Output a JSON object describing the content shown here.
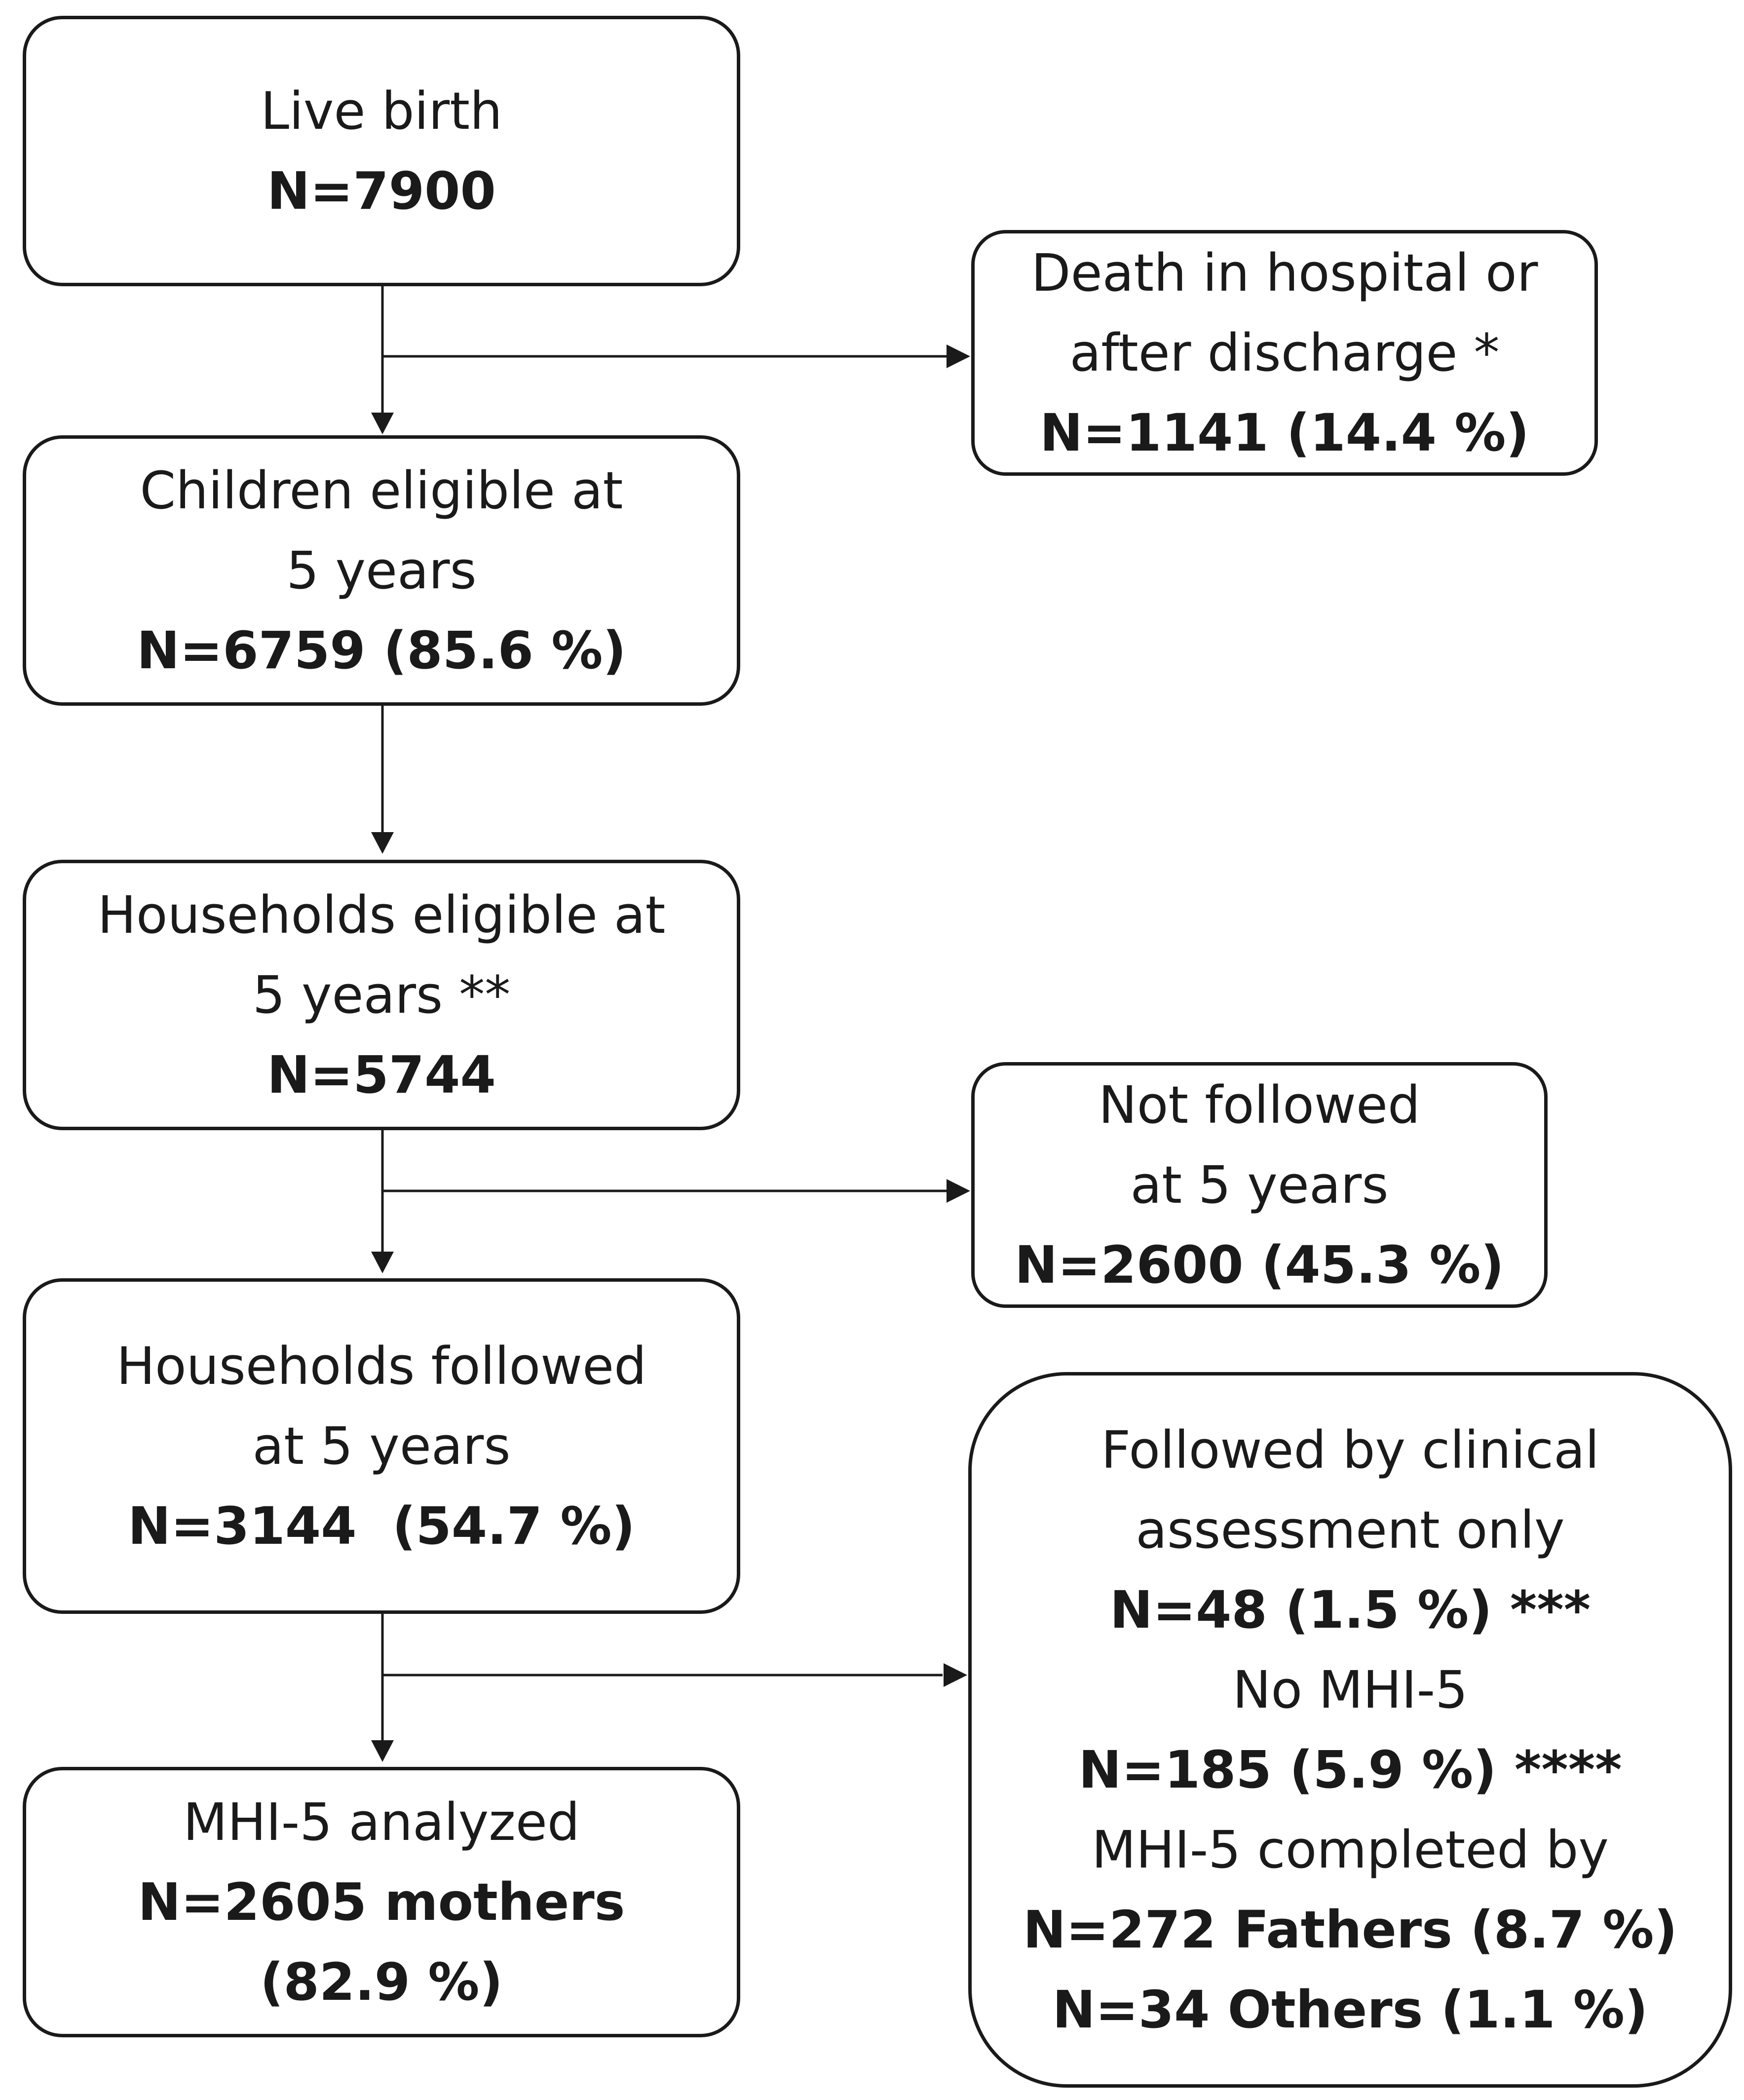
{
  "boxes": {
    "live_birth": {
      "lines": [
        "Live birth",
        "N=7900"
      ]
    },
    "death": {
      "lines": [
        "Death in hospital or",
        "after discharge *",
        "N=1141 (14.4 %)"
      ]
    },
    "children_eligible": {
      "lines": [
        "Children eligible at",
        "5 years",
        "N=6759 (85.6 %)"
      ]
    },
    "households_eligible": {
      "lines": [
        "Households eligible at",
        "5 years **",
        "N=5744"
      ]
    },
    "not_followed": {
      "lines": [
        "Not followed",
        "at 5 years",
        "N=2600 (45.3 %)"
      ]
    },
    "households_followed": {
      "lines": [
        "Households followed",
        "at 5 years",
        "N=3144  (54.7 %)"
      ]
    },
    "excluded_detail": {
      "lines": [
        "Followed by clinical",
        "assessment only",
        "N=48 (1.5 %) ***",
        "No MHI-5",
        "N=185 (5.9 %) ****",
        "MHI-5 completed by",
        "N=272 Fathers (8.7 %)",
        "N=34 Others (1.1 %)"
      ]
    },
    "analyzed": {
      "lines": [
        "MHI-5 analyzed",
        "N=2605 mothers",
        "(82.9 %)"
      ]
    }
  }
}
